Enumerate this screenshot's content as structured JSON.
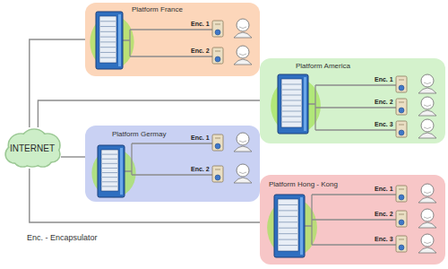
{
  "diagram": {
    "nodes": [
      {
        "text": [
          "INTERNET"
        ]
      },
      {
        "text": [
          "Platform France"
        ]
      },
      {
        "text": [
          "Platform America"
        ]
      },
      {
        "text": [
          "Platform Germay"
        ]
      },
      {
        "text": [
          "Platform Hong - Kong"
        ]
      }
    ],
    "edges": [
      {
        "from": 0,
        "to": 1,
        "arrow": "none"
      },
      {
        "from": 0,
        "to": 2,
        "arrow": "none"
      },
      {
        "from": 0,
        "to": 3,
        "arrow": "none"
      },
      {
        "from": 0,
        "to": 4,
        "arrow": "none"
      }
    ],
    "labels": [
      "Enc. 1",
      "Enc. 2",
      "Enc. 1",
      "Enc. 2",
      "Enc. 3",
      "Enc. 1",
      "Enc. 2",
      "Enc. 1",
      "Enc. 2",
      "Enc. 3",
      "Enc. - Encapsulator"
    ]
  }
}
